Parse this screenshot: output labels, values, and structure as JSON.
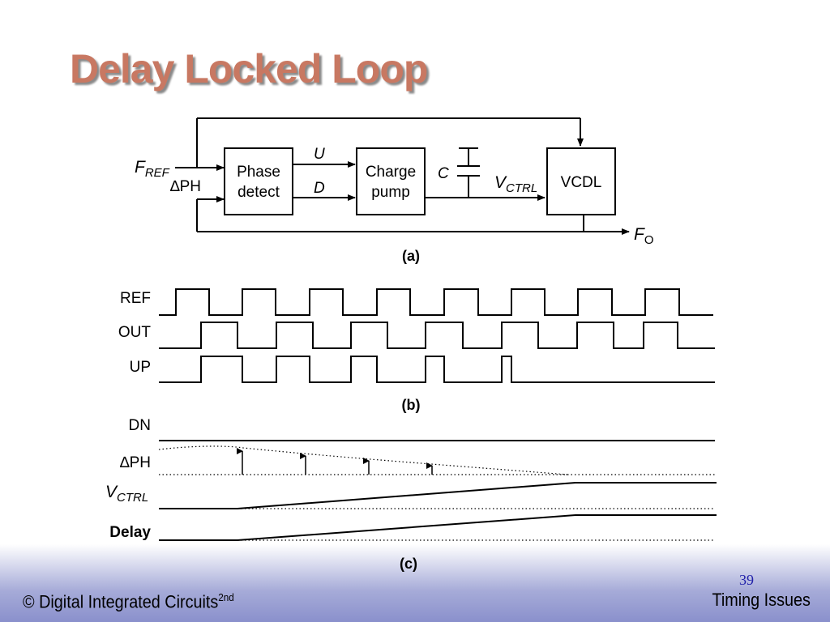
{
  "slide": {
    "title": "Delay Locked Loop",
    "copyright": "© Digital Integrated Circuits",
    "copyright_sup": "2nd",
    "page_number": "39",
    "topic": "Timing Issues"
  },
  "diagram": {
    "inputs": {
      "fref_main": "F",
      "fref_sub": "REF",
      "delta_ph": "∆PH"
    },
    "blocks": {
      "phase_detect_l1": "Phase",
      "phase_detect_l2": "detect",
      "charge_pump_l1": "Charge",
      "charge_pump_l2": "pump",
      "vcdl": "VCDL"
    },
    "signals": {
      "u": "U",
      "d": "D",
      "c": "C",
      "vctrl_main": "V",
      "vctrl_sub": "CTRL",
      "fo_main": "F",
      "fo_sub": "O"
    },
    "caption_a": "(a)"
  },
  "waveforms_b": {
    "labels": {
      "ref": "REF",
      "out": "OUT",
      "up": "UP"
    },
    "caption": "(b)"
  },
  "waveforms_c": {
    "labels": {
      "dn": "DN",
      "delta_ph": "∆PH",
      "vctrl_main": "V",
      "vctrl_sub": "CTRL",
      "delay": "Delay"
    },
    "caption": "(c)"
  }
}
